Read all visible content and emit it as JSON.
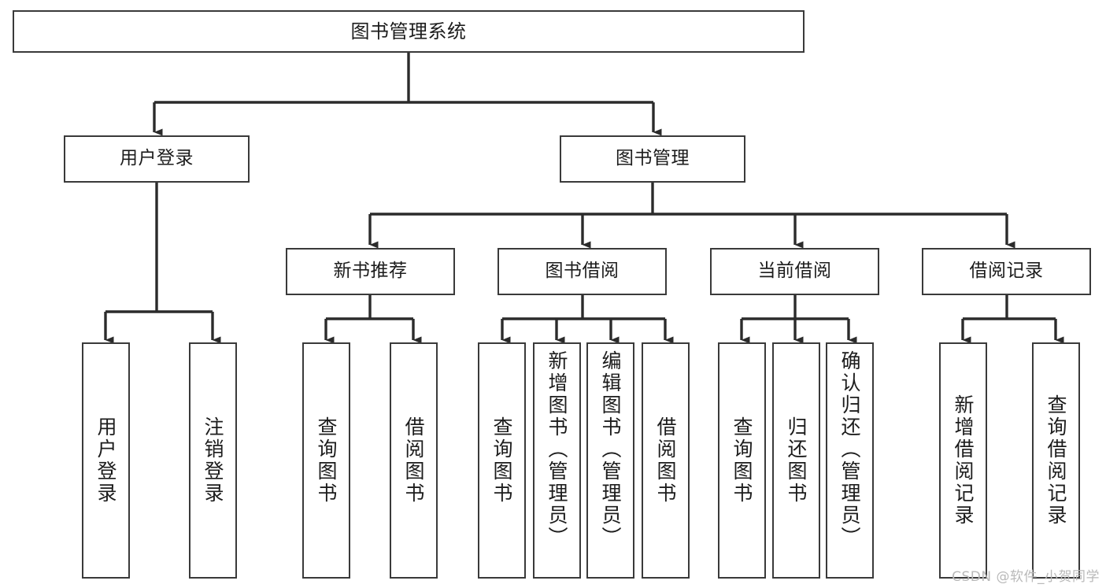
{
  "diagram": {
    "title": "图书管理系统",
    "type": "tree-hierarchy-diagram",
    "orientation": "top-down",
    "colors": {
      "box_border": "#3a3a3a",
      "box_fill": "#ffffff",
      "connector": "#2b2b2b",
      "text": "#1c1c1c",
      "watermark": "#b9b9b9",
      "background": "#ffffff"
    }
  },
  "root": {
    "label": "图书管理系统"
  },
  "level2": [
    {
      "label": "用户登录"
    },
    {
      "label": "图书管理"
    }
  ],
  "level3": [
    {
      "label": "新书推荐"
    },
    {
      "label": "图书借阅"
    },
    {
      "label": "当前借阅"
    },
    {
      "label": "借阅记录"
    }
  ],
  "leaves": {
    "user_login": [
      {
        "label": "用户登录"
      },
      {
        "label": "注销登录"
      }
    ],
    "new_book_recommend": [
      {
        "label": "查询图书"
      },
      {
        "label": "借阅图书"
      }
    ],
    "book_borrow": [
      {
        "label": "查询图书"
      },
      {
        "label": "新增图书（管理员）"
      },
      {
        "label": "编辑图书（管理员）"
      },
      {
        "label": "借阅图书"
      }
    ],
    "current_borrow": [
      {
        "label": "查询图书"
      },
      {
        "label": "归还图书"
      },
      {
        "label": "确认归还（管理员）"
      }
    ],
    "borrow_record": [
      {
        "label": "新增借阅记录"
      },
      {
        "label": "查询借阅记录"
      }
    ]
  },
  "watermark": {
    "text": "CSDN @软件_小贺同学"
  }
}
